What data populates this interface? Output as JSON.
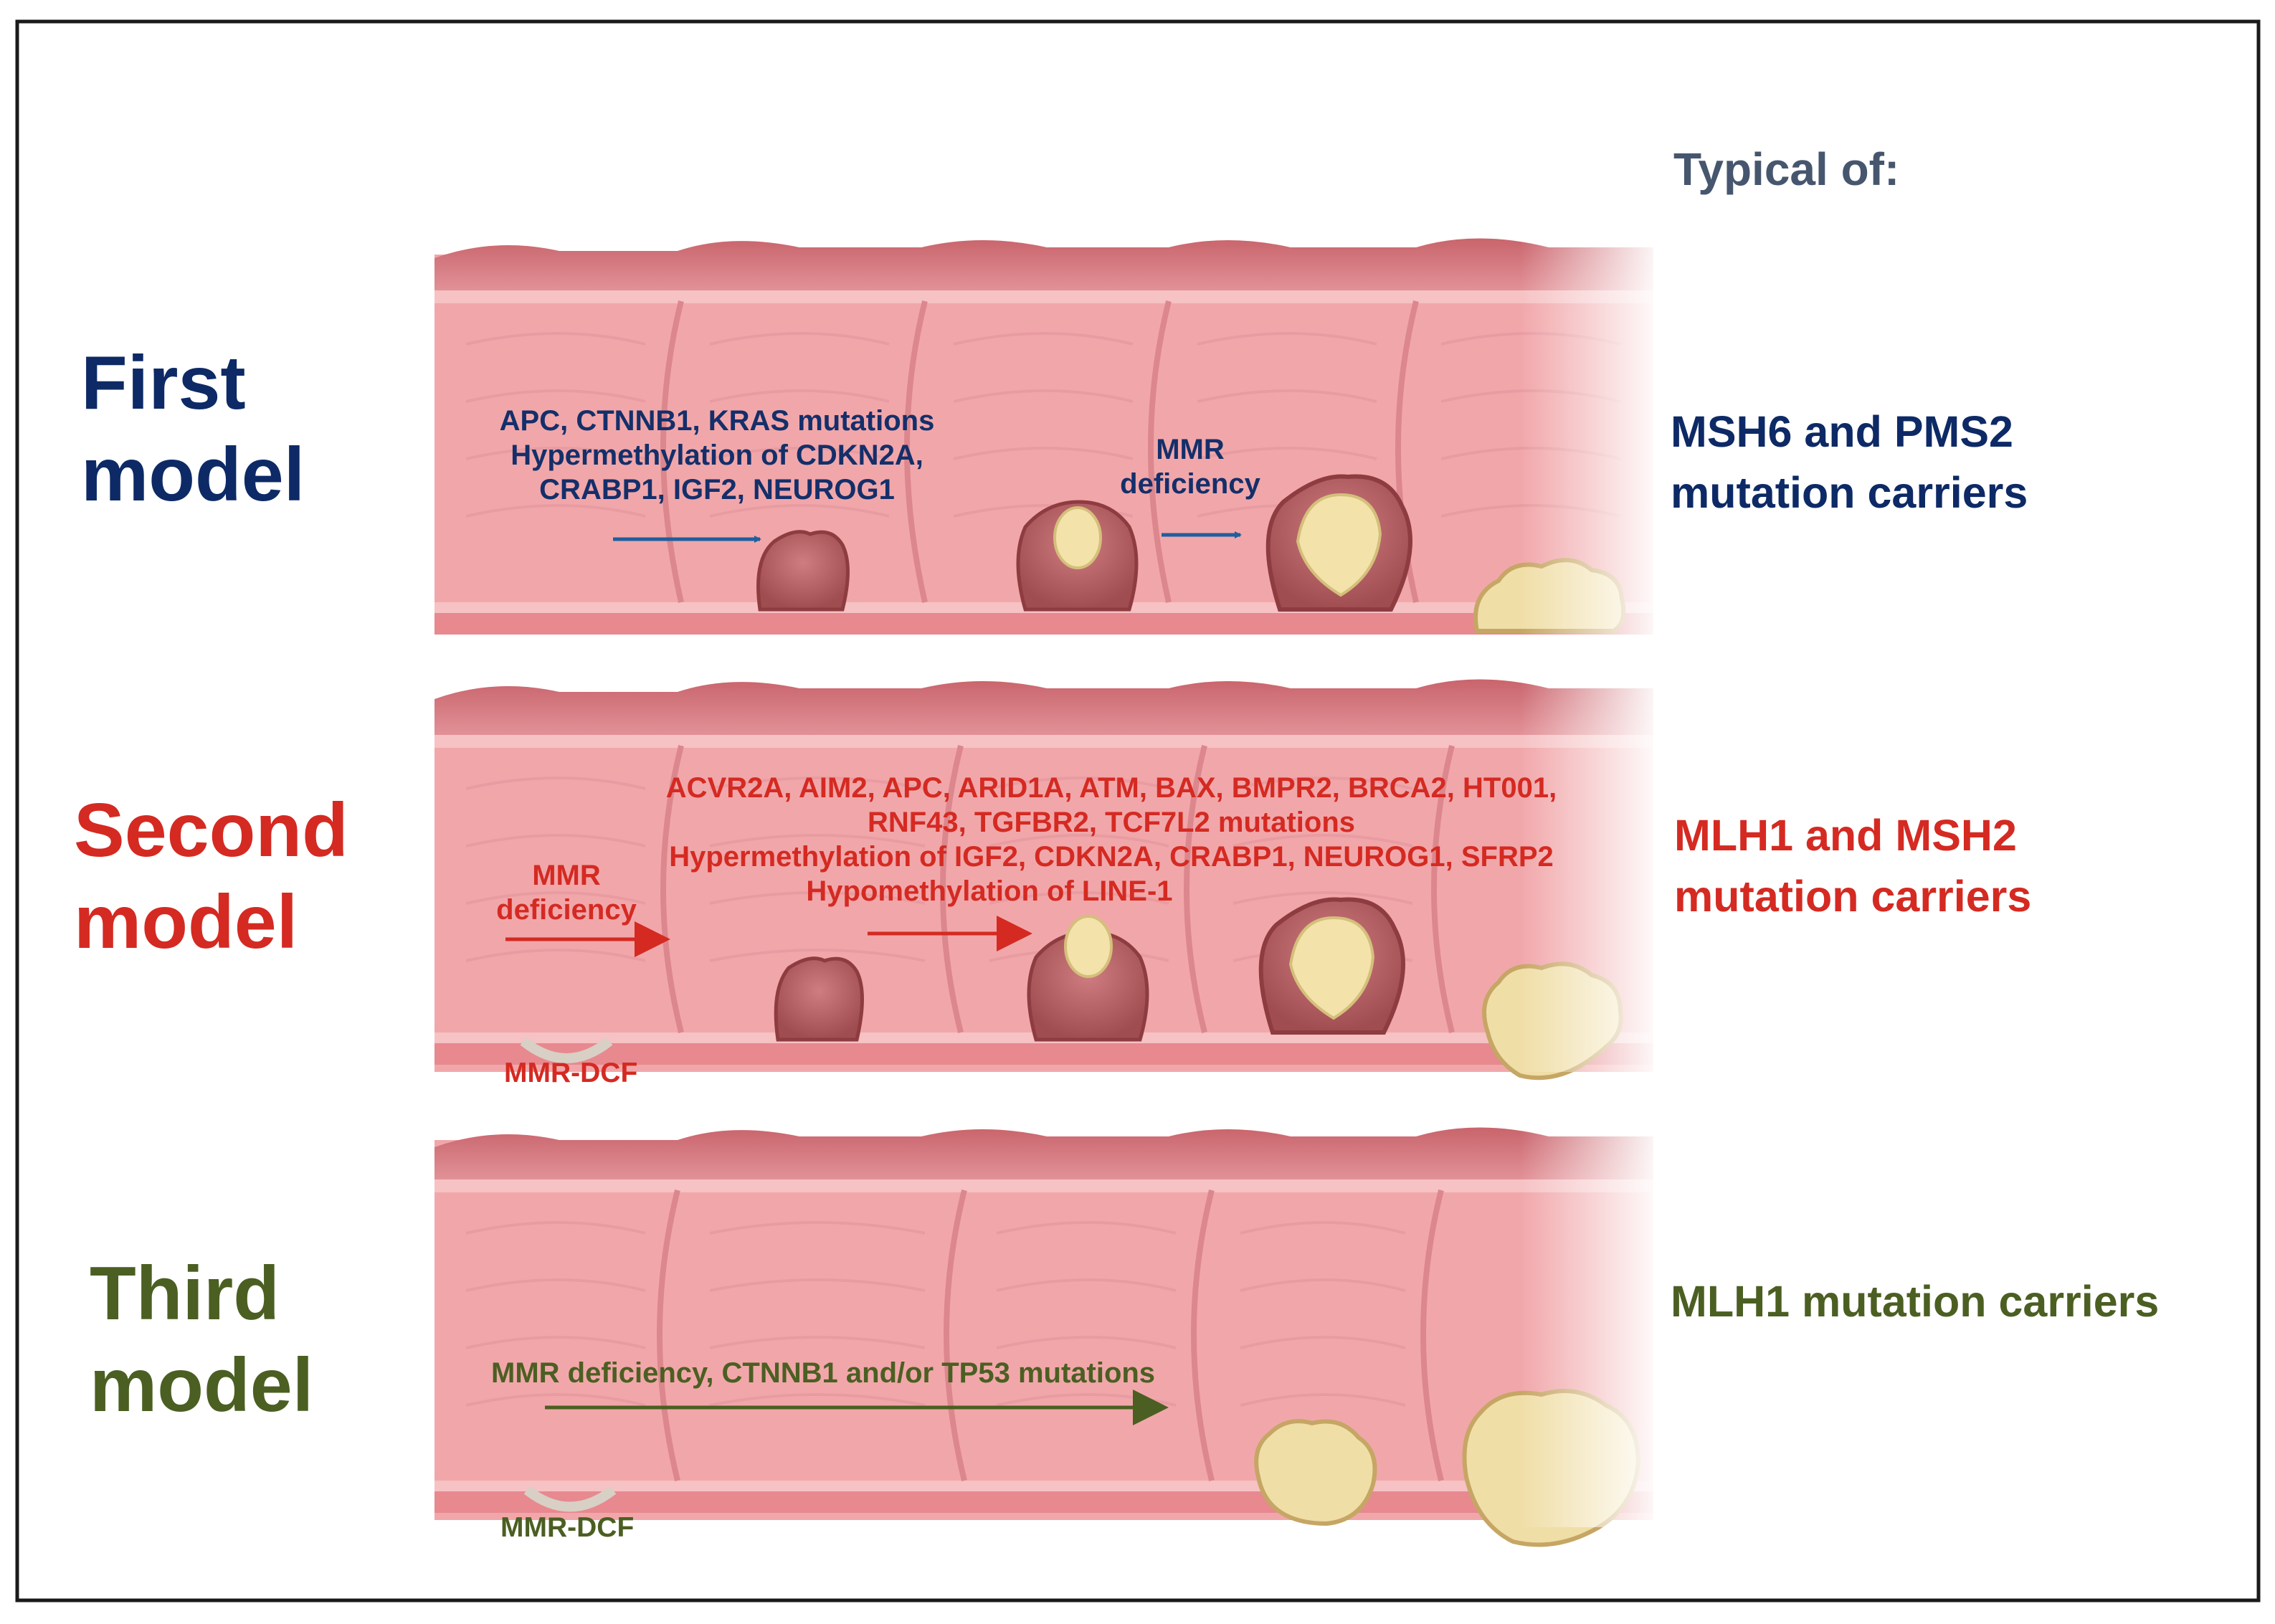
{
  "header": {
    "typical_of": "Typical of:"
  },
  "models": [
    {
      "title_line1": "First",
      "title_line2": "model",
      "mutations": [
        "APC, CTNNB1, KRAS mutations",
        "Hypermethylation of CDKN2A,",
        "CRABP1, IGF2, NEUROG1"
      ],
      "step2_line1": "MMR",
      "step2_line2": "deficiency",
      "carriers_line1": "MSH6 and PMS2",
      "carriers_line2": "mutation carriers",
      "color": "#0d2a66"
    },
    {
      "title_line1": "Second",
      "title_line2": "model",
      "step1_line1": "MMR",
      "step1_line2": "deficiency",
      "mutations": [
        "ACVR2A, AIM2, APC, ARID1A, ATM, BAX, BMPR2, BRCA2, HT001,",
        "RNF43, TGFBR2, TCF7L2 mutations",
        "Hypermethylation of IGF2, CDKN2A, CRABP1, NEUROG1, SFRP2",
        "Hypomethylation of LINE-1"
      ],
      "dcf_label": "MMR-DCF",
      "carriers_line1": "MLH1 and MSH2",
      "carriers_line2": "mutation carriers",
      "color": "#d42a22"
    },
    {
      "title_line1": "Third",
      "title_line2": "model",
      "mutations": [
        "MMR deficiency, CTNNB1 and/or TP53 mutations"
      ],
      "dcf_label": "MMR-DCF",
      "carriers_line1": "MLH1 mutation carriers",
      "color": "#4b5f22"
    }
  ]
}
